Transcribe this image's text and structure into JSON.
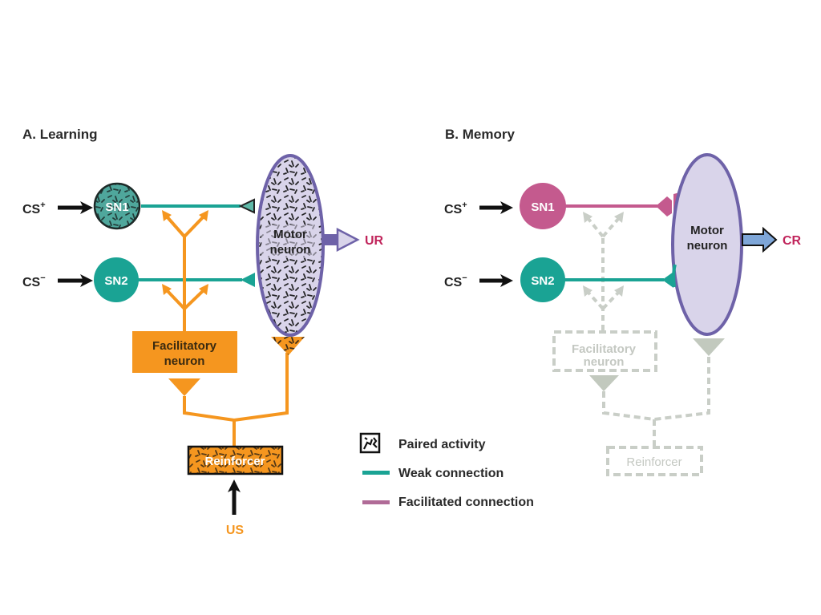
{
  "colors": {
    "teal": "#1aa394",
    "orange": "#f5961f",
    "purple_outline": "#6e62a8",
    "motor_fill": "#d9d4ea",
    "magenta": "#c45a8e",
    "response_text": "#c0245b",
    "faded": "#c9cec7",
    "arrow_blue": "#7ea6d8"
  },
  "panel_a": {
    "title": "A. Learning",
    "cs_plus": "CS",
    "cs_plus_sup": "+",
    "cs_minus": "CS",
    "cs_minus_sup": "−",
    "sn1": "SN1",
    "sn2": "SN2",
    "motor_line1": "Motor",
    "motor_line2": "neuron",
    "response": "UR",
    "facilitatory_line1": "Facilitatory",
    "facilitatory_line2": "neuron",
    "reinforcer": "Reinforcer",
    "us": "US"
  },
  "panel_b": {
    "title": "B. Memory",
    "cs_plus": "CS",
    "cs_plus_sup": "+",
    "cs_minus": "CS",
    "cs_minus_sup": "−",
    "sn1": "SN1",
    "sn2": "SN2",
    "motor_line1": "Motor",
    "motor_line2": "neuron",
    "response": "CR",
    "facilitatory_line1": "Facilitatory",
    "facilitatory_line2": "neuron",
    "reinforcer": "Reinforcer"
  },
  "legend": [
    {
      "icon": "paired-activity-icon",
      "label": "Paired activity"
    },
    {
      "icon": "weak-connection-swatch",
      "label": "Weak connection"
    },
    {
      "icon": "facilitated-connection-swatch",
      "label": "Facilitated connection"
    }
  ]
}
